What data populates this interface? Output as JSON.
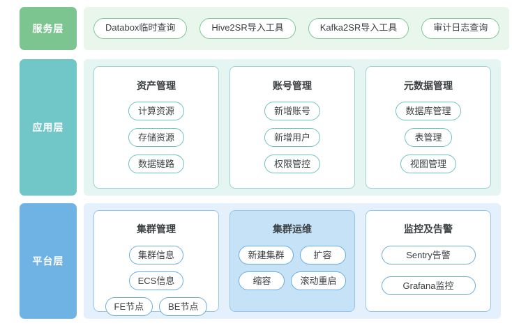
{
  "colors": {
    "service_tile": "#7cc490",
    "service_band": "#e9f6ec",
    "service_pill_border": "#7ec99a",
    "app_tile": "#71c6c8",
    "app_band": "#e5f5f2",
    "app_card_border": "#9ed2d2",
    "app_pill_border": "#6fc0c0",
    "platform_tile": "#6fb3e5",
    "platform_band": "#e4f0fc",
    "platform_card_border": "#93c5ee",
    "platform_pill_border": "#6aabe0",
    "platform_highlight_bg": "#c5e2f7",
    "text": "#3c4043",
    "label_text": "#ffffff"
  },
  "layers": [
    {
      "id": "service",
      "label": "服务层",
      "chips": [
        {
          "label": "Databox临时查询"
        },
        {
          "label": "Hive2SR导入工具"
        },
        {
          "label": "Kafka2SR导入工具"
        },
        {
          "label": "审计日志查询"
        }
      ]
    },
    {
      "id": "application",
      "label": "应用层",
      "cards": [
        {
          "title": "资产管理",
          "items": [
            {
              "label": "计算资源"
            },
            {
              "label": "存储资源"
            },
            {
              "label": "数据链路"
            }
          ]
        },
        {
          "title": "账号管理",
          "items": [
            {
              "label": "新增账号"
            },
            {
              "label": "新增用户"
            },
            {
              "label": "权限管控"
            }
          ]
        },
        {
          "title": "元数据管理",
          "items": [
            {
              "label": "数据库管理"
            },
            {
              "label": "表管理"
            },
            {
              "label": "视图管理"
            }
          ]
        }
      ]
    },
    {
      "id": "platform",
      "label": "平台层",
      "cards": [
        {
          "title": "集群管理",
          "highlighted": false,
          "layout": "duo",
          "items": [
            {
              "label": "集群信息"
            },
            {
              "label": "ECS信息"
            },
            {
              "label": "FE节点"
            },
            {
              "label": "BE节点"
            }
          ]
        },
        {
          "title": "集群运维",
          "highlighted": true,
          "layout": "duo",
          "items": [
            {
              "label": "新建集群"
            },
            {
              "label": "扩容"
            },
            {
              "label": "缩容"
            },
            {
              "label": "滚动重启"
            }
          ]
        },
        {
          "title": "监控及告警",
          "highlighted": false,
          "layout": "stacked",
          "items": [
            {
              "label": "Sentry告警"
            },
            {
              "label": "Grafana监控"
            }
          ]
        }
      ]
    }
  ],
  "watermark": ""
}
